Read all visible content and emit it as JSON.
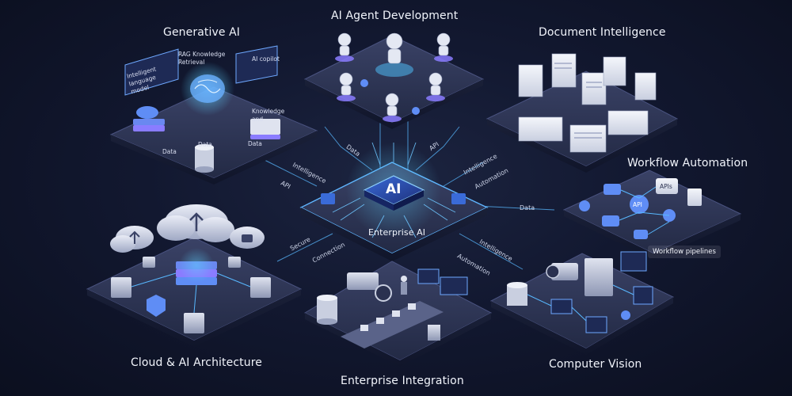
{
  "center": {
    "chip_label": "AI",
    "title": "Enterprise AI"
  },
  "modules": {
    "generative_ai": {
      "title": "Generative AI",
      "rag": "RAG Knowledge Retrieval",
      "llm": "Intelligent language model",
      "copilot": "AI copilot",
      "knowledge": "Knowledge and",
      "data1": "Data",
      "data2": "Data",
      "data3": "Data"
    },
    "agent_dev": {
      "title": "AI Agent Development"
    },
    "document_intel": {
      "title": "Document Intelligence"
    },
    "workflow": {
      "title": "Workflow Automation",
      "pipelines": "Workflow pipelines",
      "apis": "APIs",
      "api": "API"
    },
    "cloud": {
      "title": "Cloud & AI Architecture"
    },
    "integration": {
      "title": "Enterprise Integration"
    },
    "vision": {
      "title": "Computer Vision"
    }
  },
  "connectors": {
    "data_top_left": "Data",
    "api_top_right": "API",
    "intelligence_left": "Intelligence",
    "api_left": "API",
    "intelligence_right": "Intelligence",
    "automation_right": "Automation",
    "data_right": "Data",
    "secure": "Secure",
    "connection": "Connection",
    "intelligence_bottom_right": "Intelligence",
    "automation_bottom_right": "Automation"
  },
  "colors": {
    "background": "#121830",
    "platform": "#2a3150",
    "glow": "#4fc3ff",
    "accent_purple": "#8a7cff"
  }
}
